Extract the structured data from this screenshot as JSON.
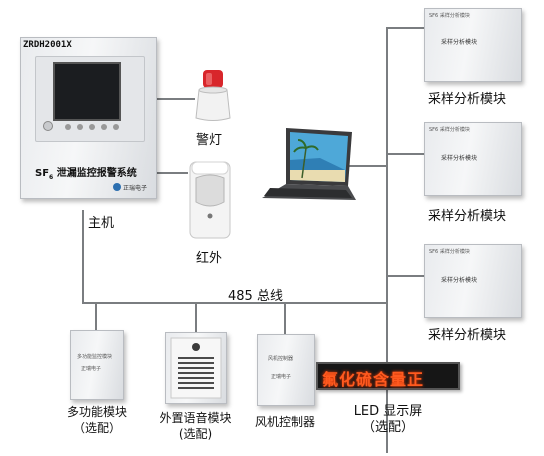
{
  "host": {
    "model": "ZRDH2001X",
    "title": "SF",
    "title_sub": "6",
    "title_rest": " 泄漏监控报警系统",
    "brand": "正瑞电子",
    "label": "主机"
  },
  "devices": {
    "alarm_light": "警灯",
    "infrared": "红外",
    "bus": "485 总线"
  },
  "modules": [
    {
      "label": "采样分析模块",
      "panel_text": "采样分析模块",
      "tag": "SF6 采样分析模块"
    },
    {
      "label": "采样分析模块",
      "panel_text": "采样分析模块",
      "tag": "SF6 采样分析模块"
    },
    {
      "label": "采样分析模块",
      "panel_text": "采样分析模块",
      "tag": "SF6 采样分析模块"
    }
  ],
  "bottom": {
    "multi": {
      "line1": "多功能模块",
      "line2": "（选配）",
      "panel1": "多功能监控模块",
      "panel2": "正瑞电子"
    },
    "voice": {
      "line1": "外置语音模块",
      "line2": "(选配)"
    },
    "fan": {
      "line1": "风机控制器",
      "panel1": "风机控制器",
      "panel2": "正瑞电子"
    },
    "led": {
      "line1": "LED 显示屏",
      "line2": "（选配）",
      "screen": "氟化硫含量正"
    }
  }
}
